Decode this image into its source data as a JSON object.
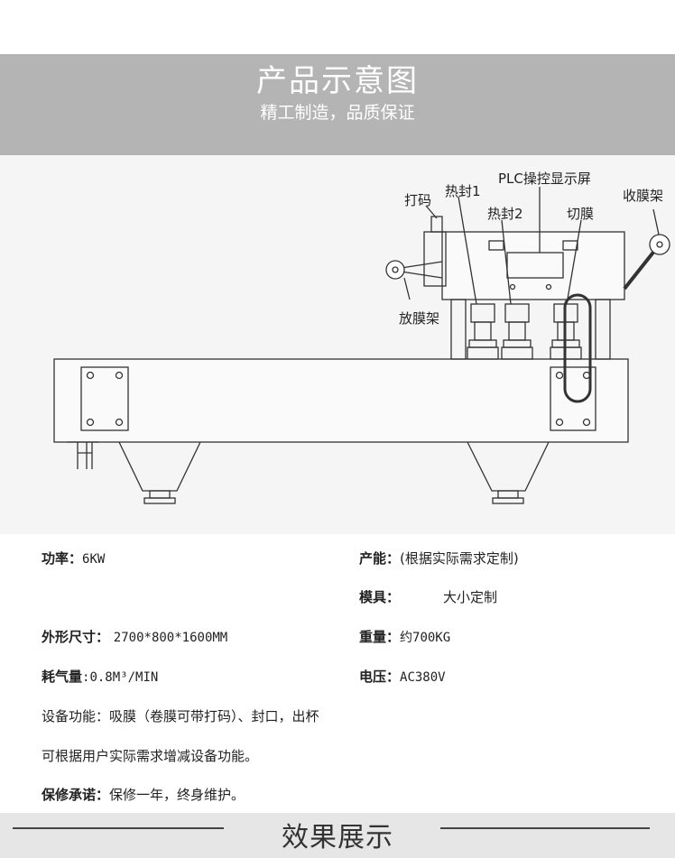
{
  "header": {
    "title": "产品示意图",
    "subtitle": "精工制造，品质保证"
  },
  "diagram": {
    "labels": {
      "coding": "打码",
      "heat_seal_1": "热封1",
      "plc": "PLC操控显示屏",
      "film_collect": "收膜架",
      "heat_seal_2": "热封2",
      "film_cut": "切膜",
      "film_release": "放膜架"
    }
  },
  "specs": {
    "power": {
      "label": "功率：",
      "value": "6KW"
    },
    "capacity": {
      "label": "产能：",
      "value": "(根据实际需求定制)"
    },
    "mold": {
      "label": "模具：",
      "value": "大小定制"
    },
    "dimensions": {
      "label": "外形尺寸：",
      "value": "2700*800*1600MM"
    },
    "weight": {
      "label": "重量：",
      "value": "约700KG"
    },
    "air": {
      "label": "耗气量",
      "value": ":0.8M³/MIN"
    },
    "voltage": {
      "label": "电压：",
      "value": "AC380V"
    },
    "function": {
      "label": "设备功能：",
      "value": "吸膜（卷膜可带打码）、封口，出杯"
    },
    "note": "可根据用户实际需求增减设备功能。",
    "warranty": {
      "label": "保修承诺：",
      "value": "保修一年，终身维护。"
    }
  },
  "footer": {
    "title": "效果展示"
  }
}
